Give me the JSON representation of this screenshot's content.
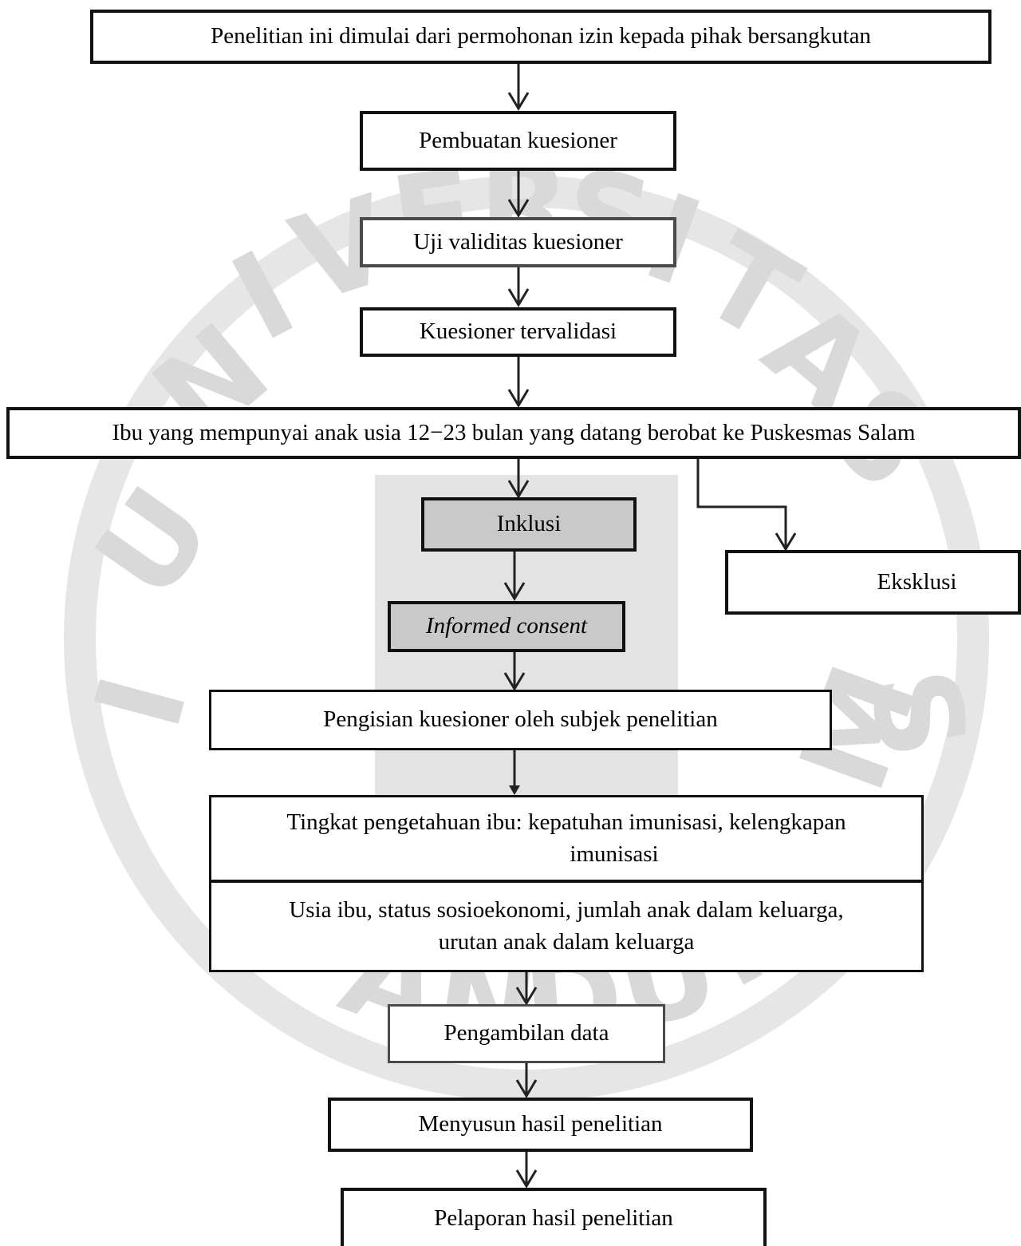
{
  "watermark": {
    "text": "UNIVERSITAS ISLAM BANDUNG",
    "color": "#d6d6d6"
  },
  "steps": {
    "permohonan_izin": "Penelitian ini dimulai dari permohonan izin kepada pihak bersangkutan",
    "pembuatan_kuesioner": "Pembuatan kuesioner",
    "uji_validitas": "Uji validitas kuesioner",
    "kuesioner_tervalidasi": "Kuesioner tervalidasi",
    "populasi": "Ibu yang mempunyai anak usia 12−23 bulan yang datang berobat ke Puskesmas Salam",
    "inklusi": "Inklusi",
    "eksklusi": "Eksklusi",
    "informed_consent": "Informed consent",
    "pengisian_kuesioner": "Pengisian kuesioner oleh subjek penelitian",
    "tingkat_pengetahuan_line1": "Tingkat pengetahuan ibu: kepatuhan imunisasi, kelengkapan",
    "tingkat_pengetahuan_line2": "imunisasi",
    "faktor_line1": "Usia ibu, status sosioekonomi, jumlah anak dalam keluarga,",
    "faktor_line2": "urutan anak dalam keluarga",
    "pengambilan_data": "Pengambilan data",
    "menyusun_hasil": "Menyusun hasil penelitian",
    "pelaporan_hasil": "Pelaporan hasil penelitian"
  }
}
